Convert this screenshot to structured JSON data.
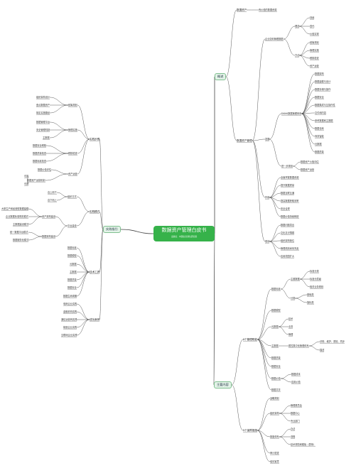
{
  "center": {
    "title": "数据资产管理白皮书",
    "subtitle": "出版社：中国信息通信研究院"
  },
  "nodes": {
    "r_overview": "概述",
    "r_main": "主要内容",
    "l_practice": "实践指引",
    "ov_da": "数据资产",
    "ov_da_def": "有价值的数据资源",
    "ov_mgmt": "数据资产管理",
    "ov_gov": "企业如何管理数据",
    "ov_concept": "理念",
    "ov_c1": "持续",
    "ov_c2": "迭代",
    "ov_c3": "价值实现",
    "ov_method": "方法",
    "ov_m1": "统筹规划",
    "ov_m2": "管理实施",
    "ov_m3": "稽核检查",
    "ov_m4": "资产运营",
    "ov_dev": "发展",
    "ov_dama": "DAMA数据管理体系",
    "ov_d1": "数据架构",
    "ov_d2": "数据建模与设计",
    "ov_d3": "数据存储与操作",
    "ov_d4": "数据安全",
    "ov_d5": "数据集成与互操作性",
    "ov_d6": "文件和内容",
    "ov_d7": "参考数据和主数据",
    "ov_d8": "数据仓库",
    "ov_d9": "商务智能",
    "ov_d10": "元数据",
    "ov_d11": "数据质量",
    "ov_further": "进一步规划",
    "ov_f1": "数据资产价值评估",
    "ov_f2": "数据资产运营",
    "ov_role": "作用",
    "ov_r1": "全面掌握数据资源",
    "ov_r2": "提升数据质量",
    "ov_r3": "数据互联互通",
    "ov_r4": "提高数据获取效率",
    "ov_r5": "安全合规",
    "ov_r6": "数据价值持续释放",
    "ov_challenge": "现状",
    "ov_h1": "数据问题突出",
    "ov_h2": "文化意识薄弱",
    "ov_h3": "组织架构缺位",
    "ov_h4": "管理机制尚待完善",
    "ov_h5": "应用范围扩大",
    "mn_func": "8个管理职能",
    "mn_f1": "数据标准",
    "mn_f1a": "主题数据",
    "mn_f1a1": "标准分类",
    "mn_f1a2": "标准分层级",
    "mn_f1a3": "相关业务规则",
    "mn_f1b": "分类",
    "mn_f1b1": "基础类",
    "mn_f1b2": "指标类",
    "mn_f2": "数据模型",
    "mn_f3": "元数据",
    "mn_f3a": "技术",
    "mn_f3b": "业务",
    "mn_f3c": "管理",
    "mn_f4": "主数据",
    "mn_f4a": "属性集中化管理体系",
    "mn_f4a1": "识别、维护、质检、同步",
    "mn_f4a2": "描述",
    "mn_f5": "数据质量",
    "mn_f6": "数据安全",
    "mn_f7": "数据价值",
    "mn_f7a": "数据成本",
    "mn_f7b": "应用价值",
    "mn_f8": "数据共享",
    "mn_guar": "5个保障措施",
    "mn_g1": "战略规划",
    "mn_g2": "组织架构",
    "mn_g2a": "管理委员会",
    "mn_g2b": "数据中心",
    "mn_g2c": "专业部门",
    "mn_g3": "制度体系",
    "mn_g3a": "办法",
    "mn_g3b": "流程",
    "mn_g3c": "技术规范和模板（表单）",
    "mn_g4": "审计检查",
    "mn_g5": "培训宣贯",
    "pr_steps": "实践步骤",
    "pr_s1": "统筹规划",
    "pr_s1a": "组织架构设计",
    "pr_s1b": "盘点数据资产",
    "pr_s1c": "制定实施路径",
    "pr_s2": "管理实施",
    "pr_s2a": "数据管理平台",
    "pr_s2b": "安全管理机制",
    "pr_s2c": "主数据",
    "pr_s3": "稽核检查",
    "pr_s3a": "数据安全稽核",
    "pr_s3b": "数据质量检查",
    "pr_s3c": "数据标准检查",
    "pr_s4": "资产运营",
    "pr_s4a": "数据价值评估",
    "pr_s4b": "数据资产运营机制",
    "pr_s4b1": "可用",
    "pr_s4b2": "可用",
    "pr_mode": "实践模式",
    "pr_m1": "组织方式",
    "pr_m1a": "自上而下",
    "pr_m1b": "自下而上",
    "pr_m2": "平台建设",
    "pr_m2a": "资产架构建设",
    "pr_m2a1": "大型生产和经营型数据建模",
    "pr_m2a2": "企业数据标准规范模式",
    "pr_m2a3": "主数据建设模式",
    "pr_m2b": "数据架构建设",
    "pr_m2b1": "统一数据平台模式",
    "pr_m2b2": "数据服务化模式",
    "pr_tools": "技术工具",
    "pr_t1": "数据标准",
    "pr_t2": "数据模型",
    "pr_t3": "元数据",
    "pr_t4": "主数据",
    "pr_t5": "数据质量",
    "pr_t6": "数据安全",
    "pr_t7": "数据生命周期",
    "pr_case": "成功案例",
    "pr_c1": "电网企业实践",
    "pr_c2": "金融机构实践",
    "pr_c3": "通信运营商实践",
    "pr_c4": "制造企业实践",
    "pr_c5": "互联网企业实践"
  }
}
